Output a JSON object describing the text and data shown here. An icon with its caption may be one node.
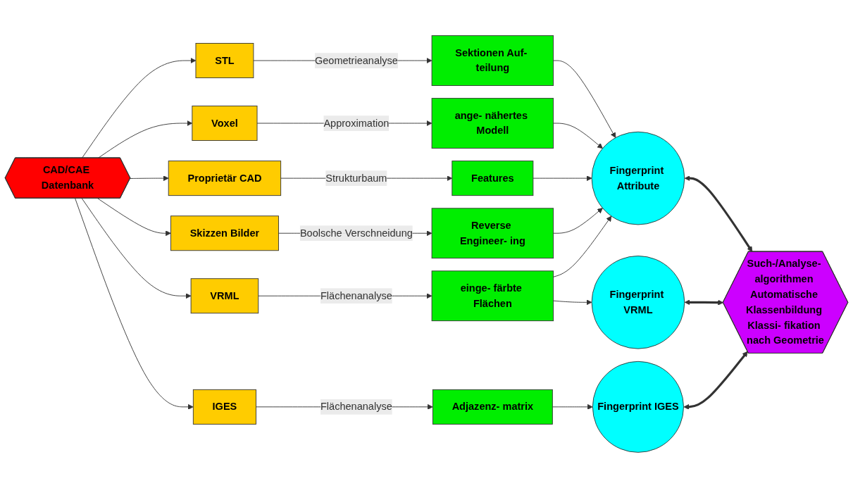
{
  "diagram": {
    "nodes": [
      {
        "text": [
          "CAD/CAE Datenbank"
        ]
      },
      {
        "text": [
          "STL"
        ]
      },
      {
        "text": [
          "Voxel"
        ]
      },
      {
        "text": [
          "Proprietär CAD"
        ]
      },
      {
        "text": [
          "Skizzen Bilder"
        ]
      },
      {
        "text": [
          "VRML"
        ]
      },
      {
        "text": [
          "IGES"
        ]
      },
      {
        "text": [
          "Sektionen Auf- teilung"
        ]
      },
      {
        "text": [
          "ange- nähertes Modell"
        ]
      },
      {
        "text": [
          "Features"
        ]
      },
      {
        "text": [
          "Reverse Engineer- ing"
        ]
      },
      {
        "text": [
          "einge- färbte Flächen"
        ]
      },
      {
        "text": [
          "Adjazenz- matrix"
        ]
      },
      {
        "text": [
          "Fingerprint Attribute"
        ]
      },
      {
        "text": [
          "Fingerprint VRML"
        ]
      },
      {
        "text": [
          "Fingerprint IGES"
        ]
      },
      {
        "text": [
          "Such-/Analyse- algorithmen Automatische Klassenbildung Klassi- fikation nach Geometrie"
        ]
      }
    ],
    "edges": [
      {
        "from": 0,
        "to": 1,
        "arrow": "to"
      },
      {
        "from": 0,
        "to": 2,
        "arrow": "to"
      },
      {
        "from": 0,
        "to": 3,
        "arrow": "to"
      },
      {
        "from": 0,
        "to": 4,
        "arrow": "to"
      },
      {
        "from": 0,
        "to": 5,
        "arrow": "to"
      },
      {
        "from": 0,
        "to": 6,
        "arrow": "to"
      },
      {
        "from": 1,
        "to": 7,
        "arrow": "to",
        "label": "Geometrieanalyse"
      },
      {
        "from": 2,
        "to": 8,
        "arrow": "to",
        "label": "Approximation"
      },
      {
        "from": 3,
        "to": 9,
        "arrow": "to",
        "label": "Strukturbaum"
      },
      {
        "from": 4,
        "to": 10,
        "arrow": "to",
        "label": "Boolsche Verschneidung"
      },
      {
        "from": 5,
        "to": 11,
        "arrow": "to",
        "label": "Flächenanalyse"
      },
      {
        "from": 6,
        "to": 12,
        "arrow": "to",
        "label": "Flächenanalyse"
      },
      {
        "from": 7,
        "to": 13,
        "arrow": "to"
      },
      {
        "from": 8,
        "to": 13,
        "arrow": "to"
      },
      {
        "from": 9,
        "to": 13,
        "arrow": "to"
      },
      {
        "from": 10,
        "to": 13,
        "arrow": "to"
      },
      {
        "from": 11,
        "to": 13,
        "arrow": "to"
      },
      {
        "from": 11,
        "to": 14,
        "arrow": "to"
      },
      {
        "from": 12,
        "to": 15,
        "arrow": "to"
      },
      {
        "from": 13,
        "to": 16,
        "arrow": "both",
        "style": "thick"
      },
      {
        "from": 14,
        "to": 16,
        "arrow": "both",
        "style": "thick"
      },
      {
        "from": 15,
        "to": 16,
        "arrow": "both",
        "style": "thick"
      }
    ]
  }
}
